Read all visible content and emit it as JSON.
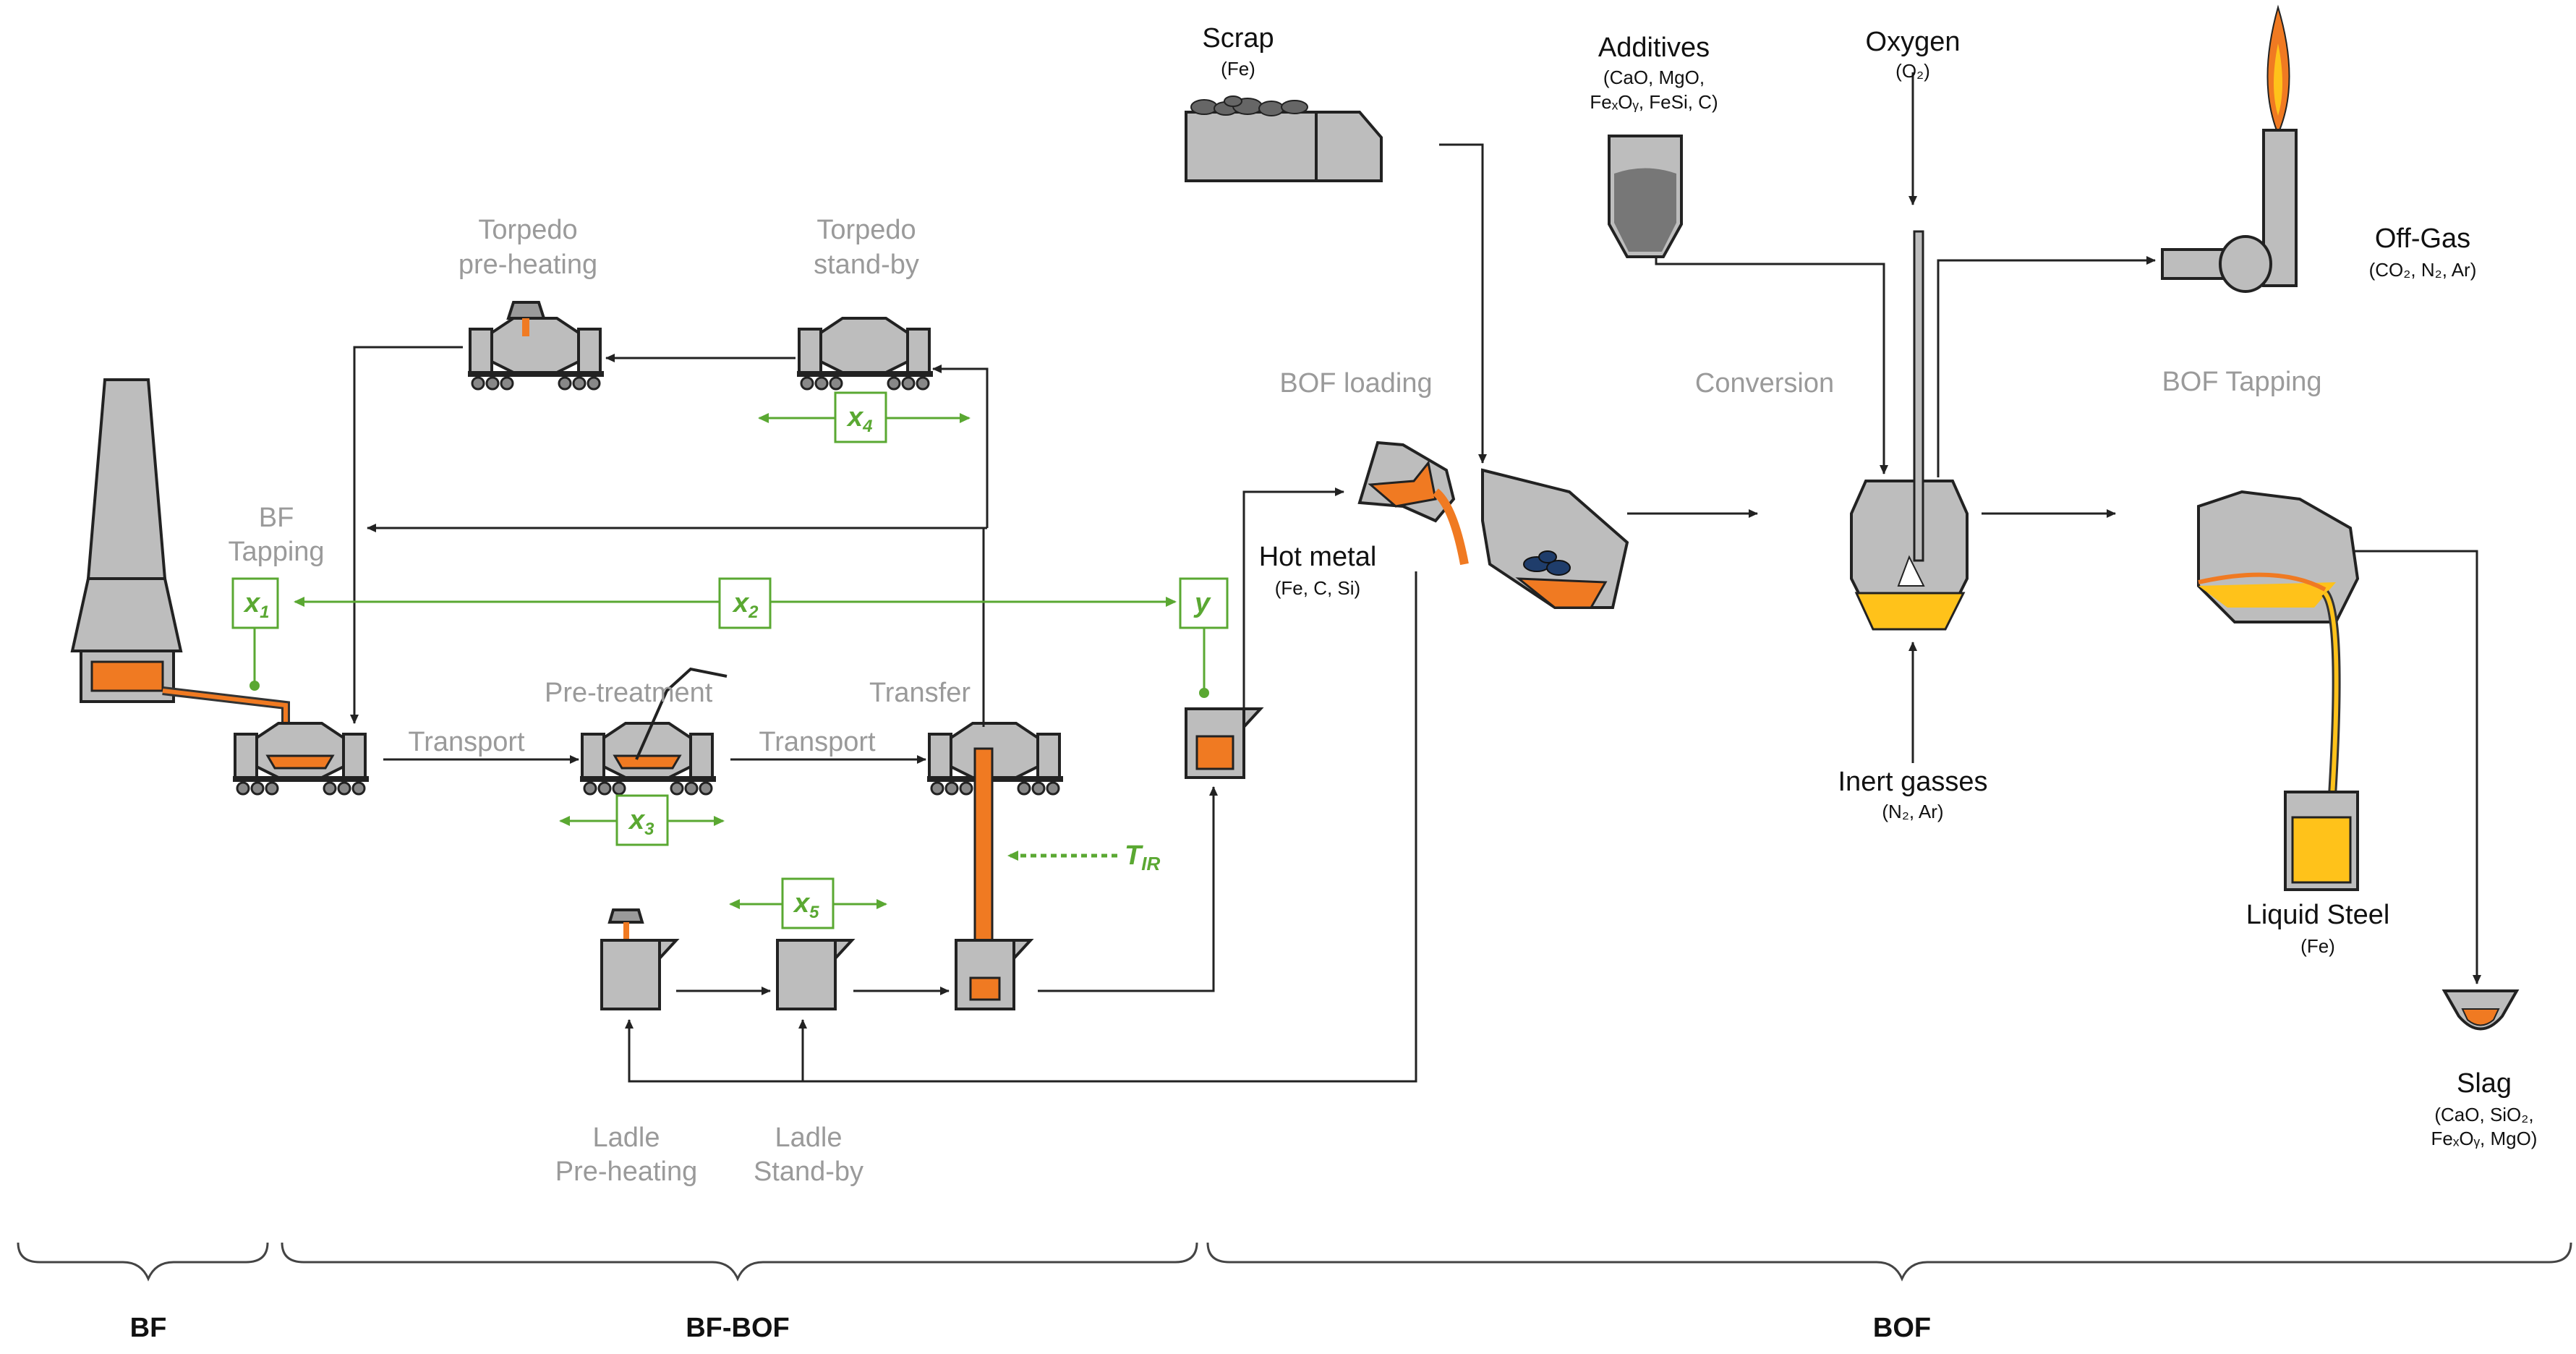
{
  "labels": {
    "scrap": "Scrap",
    "scrap_sub": "(Fe)",
    "additives": "Additives",
    "additives_sub_1": "(CaO, MgO,",
    "additives_sub_2": "FeₓOᵧ, FeSi, C)",
    "oxygen": "Oxygen",
    "oxygen_sub": "(O₂)",
    "offgas": "Off-Gas",
    "offgas_sub": "(CO₂, N₂, Ar)",
    "torpedo_preheating_1": "Torpedo",
    "torpedo_preheating_2": "pre-heating",
    "torpedo_standby_1": "Torpedo",
    "torpedo_standby_2": "stand-by",
    "bof_loading": "BOF loading",
    "conversion": "Conversion",
    "bof_tapping": "BOF Tapping",
    "bf_tapping_1": "BF",
    "bf_tapping_2": "Tapping",
    "hot_metal": "Hot metal",
    "hot_metal_sub": "(Fe, C, Si)",
    "pretreatment": "Pre-treatment",
    "transfer": "Transfer",
    "transport_1": "Transport",
    "transport_2": "Transport",
    "inert_gasses": "Inert gasses",
    "inert_sub": "(N₂, Ar)",
    "liquid_steel": "Liquid Steel",
    "liquid_steel_sub": "(Fe)",
    "slag": "Slag",
    "slag_sub_1": "(CaO, SiO₂,",
    "slag_sub_2": "FeₓOᵧ, MgO)",
    "ladle_preheating_1": "Ladle",
    "ladle_preheating_2": "Pre-heating",
    "ladle_standby_1": "Ladle",
    "ladle_standby_2": "Stand-by"
  },
  "variables": {
    "x1": "x",
    "x1_sub": "1",
    "x2": "x",
    "x2_sub": "2",
    "x3": "x",
    "x3_sub": "3",
    "x4": "x",
    "x4_sub": "4",
    "x5": "x",
    "x5_sub": "5",
    "y": "y",
    "tir": "T",
    "tir_sub": "IR"
  },
  "sections": {
    "bf": "BF",
    "bf_bof": "BF-BOF",
    "bof": "BOF"
  },
  "colors": {
    "hot_metal": "#f07a22",
    "liquid_steel": "#ffc21a",
    "equipment": "#bdbdbd",
    "measurement": "#5aa832",
    "inactive_label": "#9a9a9a"
  }
}
